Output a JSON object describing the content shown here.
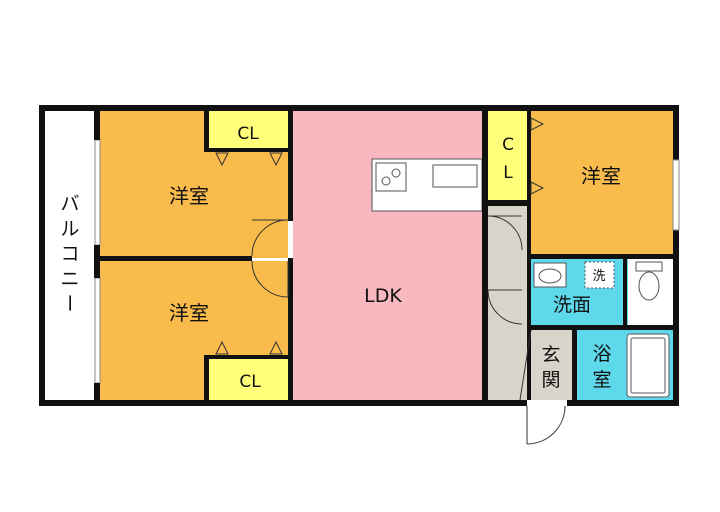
{
  "floorplan": {
    "balcony": {
      "label": "バルコニー",
      "chars": [
        "バ",
        "ル",
        "コ",
        "ニ",
        "ー"
      ]
    },
    "rooms": {
      "western_top_left": {
        "label": "洋室"
      },
      "western_bottom_left": {
        "label": "洋室"
      },
      "western_right": {
        "label": "洋室"
      },
      "ldk": {
        "label": "LDK"
      },
      "washroom": {
        "label": "洗面"
      },
      "bath": {
        "label": "浴室",
        "chars": [
          "浴",
          "室"
        ]
      },
      "entrance": {
        "label": "玄関",
        "chars": [
          "玄",
          "関"
        ]
      }
    },
    "closets": {
      "top_left": {
        "label": "CL"
      },
      "bottom_left": {
        "label": "CL"
      },
      "right": {
        "label": "CL",
        "chars": [
          "C",
          "L"
        ]
      }
    },
    "washer_mark": {
      "label": "洗"
    },
    "colors": {
      "western": "#f9bb4c",
      "ldk": "#f8b8c0",
      "closet": "#ffff7a",
      "wet_area": "#5ed9ec",
      "corridor": "#d9d4c9",
      "wall": "#111111",
      "balcony": "#ffffff"
    }
  }
}
